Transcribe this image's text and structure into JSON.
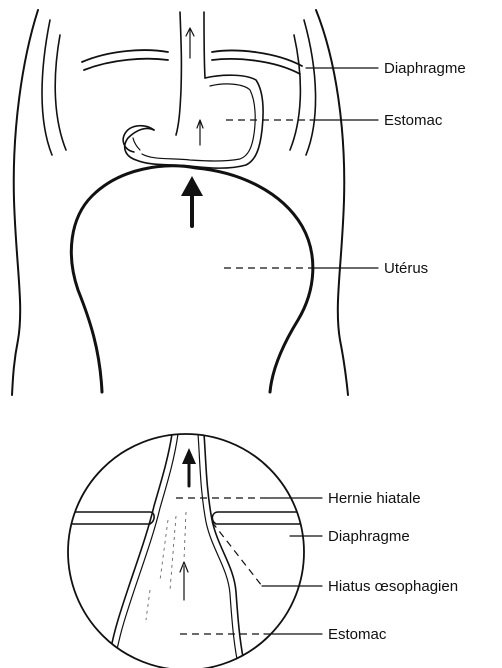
{
  "figure": {
    "top_labels": {
      "diaphragm": "Diaphragme",
      "stomach": "Estomac",
      "uterus": "Utérus"
    },
    "inset_labels": {
      "hiatal_hernia": "Hernie hiatale",
      "diaphragm": "Diaphragme",
      "esophageal_hiatus": "Hiatus œsophagien",
      "stomach": "Estomac"
    }
  }
}
